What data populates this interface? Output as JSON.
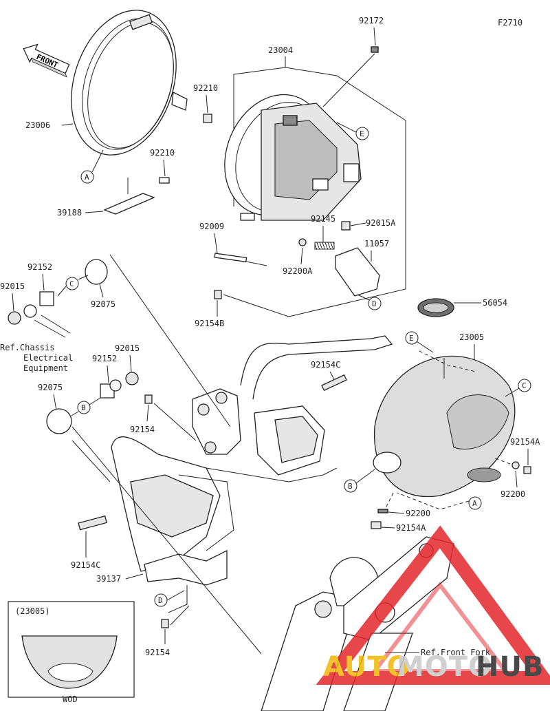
{
  "figure_code": "F2710",
  "front_label": "FRONT",
  "parts": {
    "p92172": "92172",
    "p23004": "23004",
    "p23006": "23006",
    "p92210a": "92210",
    "p92210b": "92210",
    "p39188": "39188",
    "p92009": "92009",
    "p92145": "92145",
    "p92015A": "92015A",
    "p11057": "11057",
    "p92200A": "92200A",
    "p92154B": "92154B",
    "p92152a": "92152",
    "p92015a": "92015",
    "p92075a": "92075",
    "p92015b": "92015",
    "p92152b": "92152",
    "p92075b": "92075",
    "p92154C_a": "92154C",
    "p92154a": "92154",
    "p56054": "56054",
    "p23005": "23005",
    "p92154A_a": "92154A",
    "p92200a": "92200",
    "p92200b": "92200",
    "p92154A_b": "92154A",
    "p92154C_b": "92154C",
    "p39137": "39137",
    "p92154b": "92154"
  },
  "callouts": {
    "A": "A",
    "B": "B",
    "C": "C",
    "D": "D",
    "E": "E"
  },
  "references": {
    "chassis_line1": "Ref.Chassis",
    "chassis_line2": "Electrical",
    "chassis_line3": "Equipment",
    "front_fork": "Ref.Front Fork"
  },
  "inset": {
    "title": "(23005)",
    "note": "WOD"
  },
  "watermark": {
    "text_a": "AUTO",
    "text_b": "MOTO",
    "text_c": "HUB",
    "color_a": "#f2b705",
    "color_b": "#c8c8c8",
    "color_c": "#2a2a2a",
    "triangle_color": "#e3262b"
  }
}
